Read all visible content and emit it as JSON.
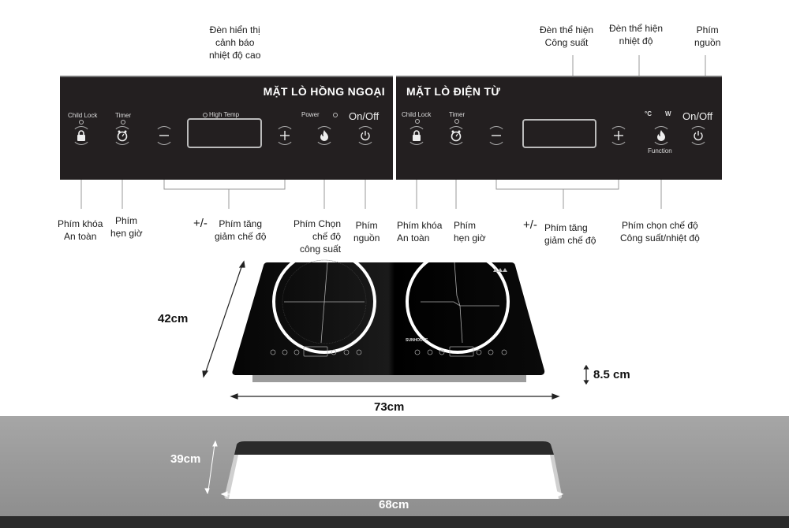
{
  "callouts_top": {
    "high_temp": [
      "Đèn hiển thị",
      "cảnh báo",
      "nhiệt độ cao"
    ],
    "power_led": [
      "Đèn thể hiện",
      "Công suất"
    ],
    "temp_led": [
      "Đèn thể hiện",
      "nhiệt độ"
    ],
    "power_key": [
      "Phím",
      "nguồn"
    ]
  },
  "left_panel": {
    "title": "MẶT LÒ HỒNG NGOẠI",
    "child_lock": "Child Lock",
    "timer": "Timer",
    "high_temp": "High Temp",
    "power": "Power",
    "on_off": "On/Off",
    "icons": [
      "lock-icon",
      "timer-icon",
      "minus-icon",
      "plus-icon",
      "flame-icon",
      "power-icon"
    ]
  },
  "right_panel": {
    "title": "MẶT LÒ ĐIỆN TỪ",
    "child_lock": "Child Lock",
    "timer": "Timer",
    "celsius": "°C",
    "watt": "W",
    "function": "Function",
    "on_off": "On/Off",
    "icons": [
      "lock-icon",
      "timer-icon",
      "minus-icon",
      "plus-icon",
      "flame-icon",
      "power-icon"
    ]
  },
  "callouts_bottom_left": {
    "lock": [
      "Phím khóa",
      "An toàn"
    ],
    "timer": [
      "Phím",
      "hẹn giờ"
    ],
    "plusminus_symbol": "+/-",
    "plusminus": [
      "Phím tăng",
      "giảm chế độ"
    ],
    "mode": [
      "Phím Chọn",
      "chế độ",
      "công suất"
    ],
    "power": [
      "Phím",
      "nguồn"
    ]
  },
  "callouts_bottom_right": {
    "lock": [
      "Phím khóa",
      "An toàn"
    ],
    "timer": [
      "Phím",
      "hẹn giờ"
    ],
    "plusminus_symbol": "+/-",
    "plusminus": [
      "Phím tăng",
      "giảm chế độ"
    ],
    "mode": [
      "Phím chọn chế độ",
      "Công suất/nhiệt độ"
    ]
  },
  "product": {
    "brand": "SUNHOUSE",
    "depth": "42cm",
    "width": "73cm",
    "height": "8.5 cm"
  },
  "cutout": {
    "depth": "39cm",
    "width": "68cm"
  }
}
